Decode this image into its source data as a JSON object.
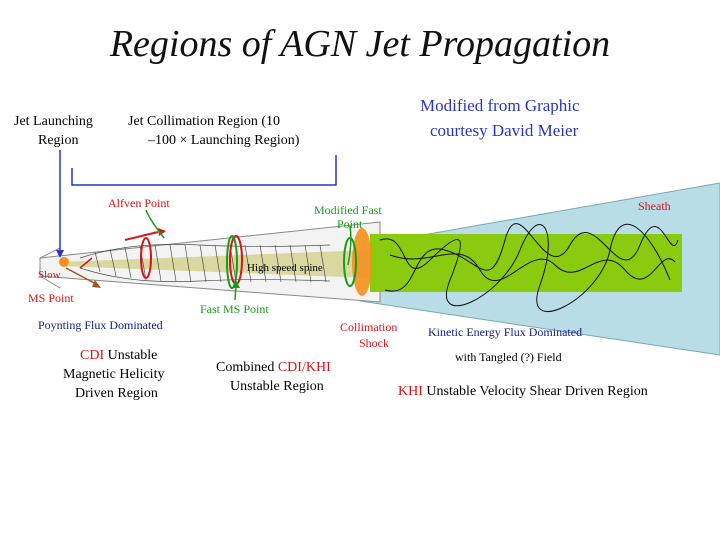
{
  "title": "Regions of AGN Jet Propagation",
  "credit_line1": "Modified from Graphic",
  "credit_line2": "courtesy David Meier",
  "launching_line1": "Jet Launching",
  "launching_line2": "Region",
  "collimation_line1": "Jet Collimation  Region          (10",
  "collimation_line2": "–100 × Launching Region)",
  "labels": {
    "alfven": "Alfven Point",
    "modified_fast_line1": "Modified Fast",
    "modified_fast_line2": "Point",
    "sheath": "Sheath",
    "high_speed_spine": "High speed spine",
    "slow": "Slow",
    "ms_point": "MS Point",
    "fast_ms": "Fast MS Point",
    "poynting": "Poynting Flux Dominated",
    "collimation_shock_line1": "Collimation",
    "collimation_shock_line2": "Shock",
    "kinetic": "Kinetic Energy Flux Dominated",
    "tangled": "with Tangled (?) Field"
  },
  "cdi_region": {
    "cdi": "CDI",
    "line1_rest": " Unstable",
    "line2": "Magnetic Helicity",
    "line3": "Driven Region"
  },
  "combined_region": {
    "prefix": "Combined ",
    "red": "CDI/KHI",
    "line2": "Unstable Region"
  },
  "khi_region": {
    "red": "KHI",
    "rest": " Unstable Velocity Shear Driven Region"
  },
  "colors": {
    "green": "#1c9a1c",
    "blue": "#2a36b8",
    "red": "#d4161a",
    "sheath_fill": "#b9dde6",
    "jet_green": "#8acb10",
    "flare_orange": "#f4901c"
  }
}
